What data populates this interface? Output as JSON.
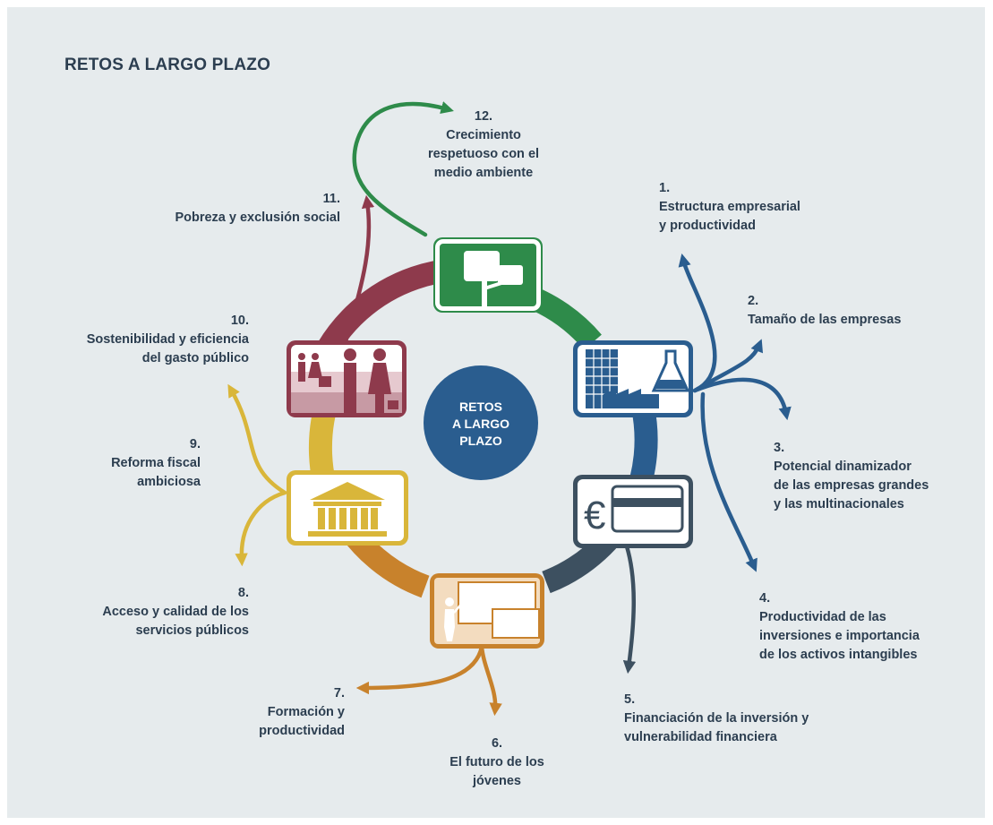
{
  "title": "RETOS A LARGO PLAZO",
  "center": "RETOS\nA LARGO\nPLAZO",
  "colors": {
    "background": "#e6ebed",
    "text": "#2c3e50",
    "green": "#2e8b4a",
    "blue": "#2a5d8f",
    "slate": "#3d5060",
    "orange": "#c8822c",
    "yellow": "#d9b63a",
    "maroon": "#8e3a4c",
    "center_circle": "#2a5d8f"
  },
  "icons": {
    "environment": "tree-icon",
    "business": "factory-building-flask-icon",
    "finance": "euro-credit-card-icon",
    "education": "teacher-whiteboard-icon",
    "public": "government-building-icon",
    "social": "people-family-icon"
  },
  "challenges": [
    {
      "num": "1.",
      "text": "Estructura empresarial\ny productividad"
    },
    {
      "num": "2.",
      "text": "Tamaño de las empresas"
    },
    {
      "num": "3.",
      "text": "Potencial dinamizador\nde las empresas grandes\ny las multinacionales"
    },
    {
      "num": "4.",
      "text": "Productividad de las\ninversiones e importancia\nde los activos intangibles"
    },
    {
      "num": "5.",
      "text": "Financiación de la inversión y\nvulnerabilidad financiera"
    },
    {
      "num": "6.",
      "text": "El futuro de los\njóvenes"
    },
    {
      "num": "7.",
      "text": "Formación y\nproductividad"
    },
    {
      "num": "8.",
      "text": "Acceso y calidad de los\nservicios públicos"
    },
    {
      "num": "9.",
      "text": "Reforma fiscal\nambiciosa"
    },
    {
      "num": "10.",
      "text": "Sostenibilidad y eficiencia\ndel gasto público"
    },
    {
      "num": "11.",
      "text": "Pobreza y exclusión social"
    },
    {
      "num": "12.",
      "text": "Crecimiento\nrespetuoso con el\nmedio ambiente"
    }
  ]
}
